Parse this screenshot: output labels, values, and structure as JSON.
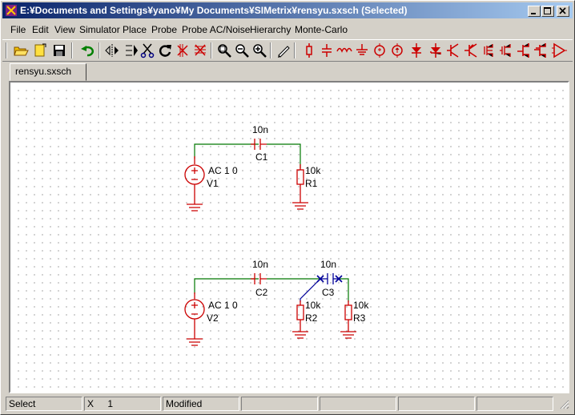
{
  "window": {
    "title": "E:¥Documents and Settings¥yano¥My Documents¥SIMetrix¥rensyu.sxsch (Selected)",
    "app_icon": "simetrix-app-icon"
  },
  "menu": {
    "items": [
      "File",
      "Edit",
      "View",
      "Simulator",
      "Place",
      "Probe",
      "Probe AC/Noise",
      "Hierarchy",
      "Monte-Carlo"
    ]
  },
  "toolbar": {
    "icons": [
      "open-folder-icon",
      "new-file-icon",
      "save-icon",
      "undo-icon",
      "mirror-horizontal-icon",
      "mirror-vertical-icon",
      "cut-icon",
      "rotate-icon",
      "delete-wire-icon",
      "delete-items-icon",
      "zoom-box-icon",
      "zoom-out-icon",
      "zoom-in-icon",
      "pencil-icon",
      "resistor-icon",
      "capacitor-icon",
      "inductor-icon",
      "ground-icon",
      "voltage-source-icon",
      "current-source-icon",
      "diode-icon",
      "zener-diode-icon",
      "npn-transistor-icon",
      "pnp-transistor-icon",
      "nmos-icon",
      "pmos-icon",
      "njfet-icon",
      "pjfet-icon",
      "opamp-icon"
    ]
  },
  "tabs": [
    {
      "label": "rensyu.sxsch",
      "active": true
    }
  ],
  "schematic": {
    "circuit1": {
      "c1_value": "10n",
      "c1_ref": "C1",
      "r1_value": "10k",
      "r1_ref": "R1",
      "v1_value": "AC 1 0",
      "v1_ref": "V1"
    },
    "circuit2": {
      "c2_value": "10n",
      "c2_ref": "C2",
      "c3_value": "10n",
      "c3_ref": "C3",
      "r2_value": "10k",
      "r2_ref": "R2",
      "r3_value": "10k",
      "r3_ref": "R3",
      "v2_value": "AC 1 0",
      "v2_ref": "V2"
    },
    "colors": {
      "component": "#cc0000",
      "wire": "#007700",
      "selected": "#000099"
    }
  },
  "status": {
    "mode": "Select",
    "coord_label": "X",
    "coord_value": "1",
    "state": "Modified"
  }
}
